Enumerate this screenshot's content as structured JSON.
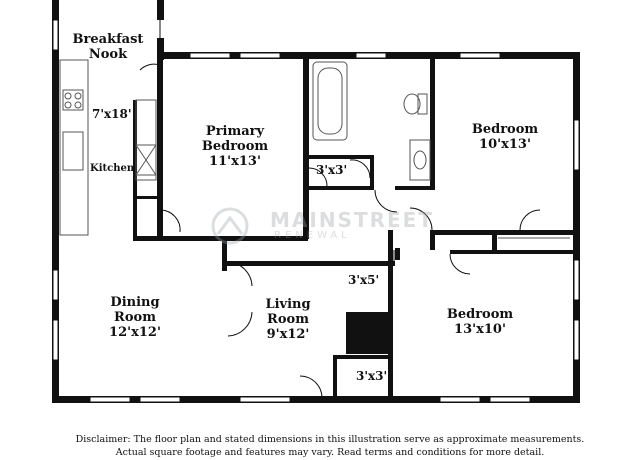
{
  "rooms": {
    "breakfast_nook": {
      "line1": "Breakfast",
      "line2": "Nook"
    },
    "kitchen": {
      "label": "Kitchen",
      "dim": "7'x18'"
    },
    "primary_bedroom": {
      "line1": "Primary",
      "line2": "Bedroom",
      "dim": "11'x13'"
    },
    "bath_closet": {
      "dim": "3'x3'"
    },
    "bedroom_ne": {
      "line1": "Bedroom",
      "dim": "10'x13'"
    },
    "hall": {
      "dim": "3'x5'"
    },
    "dining_room": {
      "line1": "Dining",
      "line2": "Room",
      "dim": "12'x12'"
    },
    "living_room": {
      "line1": "Living",
      "line2": "Room",
      "dim": "9'x12'"
    },
    "living_closet": {
      "dim": "3'x3'"
    },
    "bedroom_se": {
      "line1": "Bedroom",
      "dim": "13'x10'"
    }
  },
  "watermark": {
    "main": "MAINSTREET",
    "sub": "RENEWAL"
  },
  "disclaimer": {
    "line1": "Disclaimer: The floor plan and stated dimensions in this illustration serve as approximate measurements.",
    "line2": "Actual square footage and features may vary. Read terms and conditions for more detail."
  },
  "colors": {
    "wall": "#111111",
    "fixture": "#555555",
    "watermark": "#9aa0a6"
  }
}
